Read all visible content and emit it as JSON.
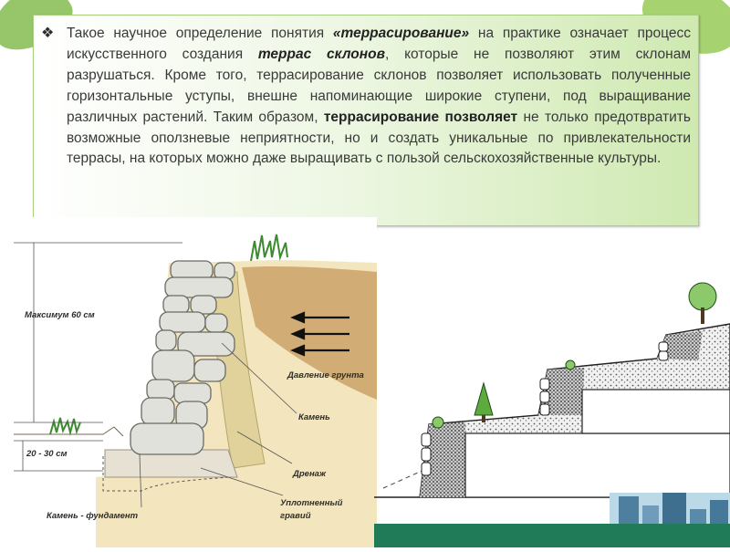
{
  "paragraph": {
    "bullet": "❖",
    "t1": "Такое научное определение понятия ",
    "term1": "«террасирование»",
    "t2": " на практике означает процесс искусственного создания ",
    "term2": "террас склонов",
    "t3": ", которые не позволяют этим склонам разрушаться. Кроме того, террасирование склонов позволяет использовать полученные горизонтальные уступы, внешне напоминающие широкие ступени, под выращивание различных растений. Таким образом, ",
    "term3": "террасирование позволяет",
    "t4": " не только предотвратить возможные оползневые неприятности, но и создать уникальные по привлекательности террасы, на которых можно даже выращивать с пользой сельскохозяйственные культуры."
  },
  "wall_diagram": {
    "label_max": "Максимум 60 см",
    "label_depth": "20 - 30 см",
    "label_pressure": "Давление грунта",
    "label_stone": "Камень",
    "label_drain": "Дренаж",
    "label_gravel_1": "Уплотненный",
    "label_gravel_2": "гравий",
    "label_foundation": "Камень - фундамент"
  },
  "colors": {
    "accent_green": "#1f7b58",
    "box_border": "#a7cf7f"
  }
}
